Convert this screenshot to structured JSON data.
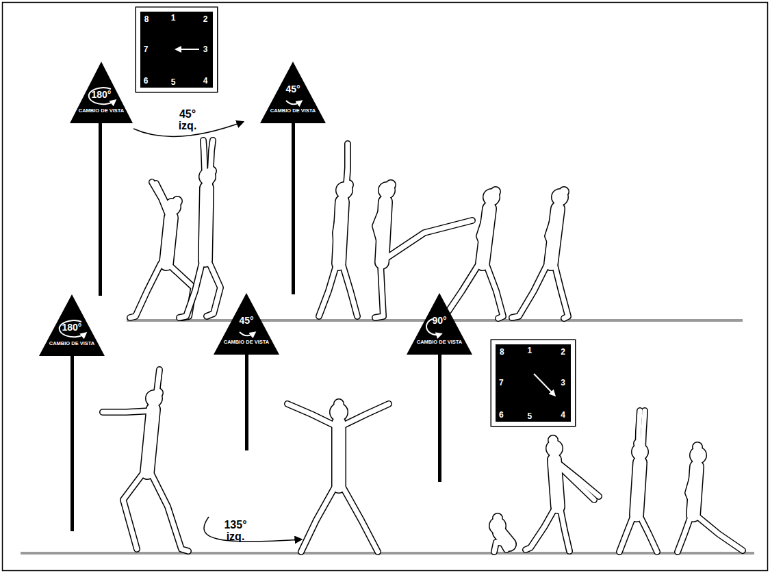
{
  "diagram": {
    "nodes": [
      {
        "text": [
          "8",
          "1",
          "2",
          "7",
          "3",
          "6",
          "5",
          "4"
        ]
      },
      {
        "text": [
          "180°",
          "CAMBIO DE VISTA"
        ]
      },
      {
        "text": [
          "45°",
          "CAMBIO DE VISTA"
        ]
      },
      {
        "text": [
          "180°",
          "CAMBIO DE VISTA"
        ]
      },
      {
        "text": [
          "45°",
          "CAMBIO DE VISTA"
        ]
      },
      {
        "text": [
          "90°",
          "CAMBIO DE VISTA"
        ]
      },
      {
        "text": [
          "8",
          "1",
          "2",
          "7",
          "3",
          "6",
          "5",
          "4"
        ]
      }
    ],
    "labels": [
      "45° izq.",
      "135° izq."
    ]
  }
}
